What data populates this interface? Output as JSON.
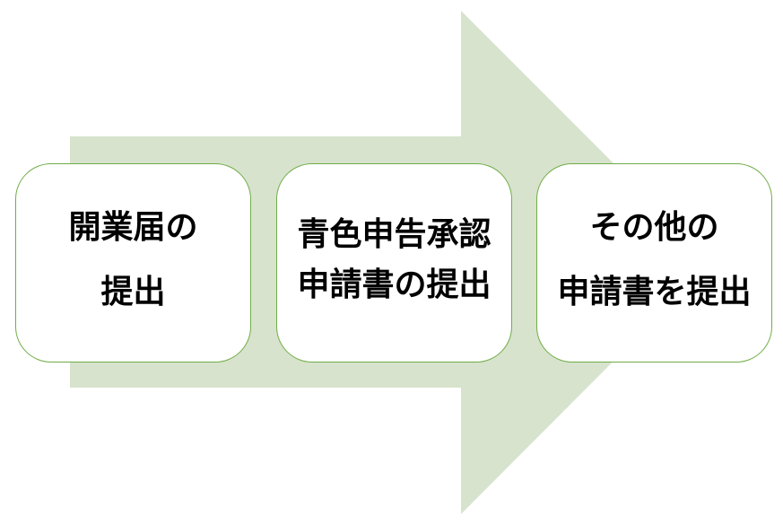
{
  "diagram": {
    "type": "process-flow-arrow",
    "arrow_direction": "right",
    "steps": [
      {
        "lines": [
          "開業届の",
          "提出"
        ]
      },
      {
        "lines": [
          "青色申告承認",
          "申請書の提出"
        ]
      },
      {
        "lines": [
          "その他の",
          "申請書を提出"
        ]
      }
    ]
  },
  "colors": {
    "background": "#ffffff",
    "arrow_fill": "#d7e3cd",
    "box_fill": "#ffffff",
    "box_border": "#70ad47",
    "text": "#000000"
  }
}
